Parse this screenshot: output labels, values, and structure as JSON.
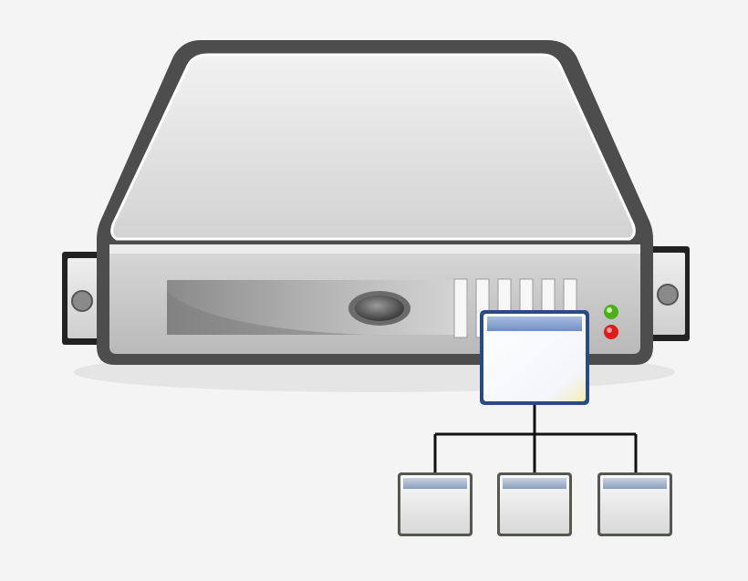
{
  "icon": {
    "name": "network-server-icon",
    "parts": [
      "server-chassis",
      "drive-bay",
      "power-button",
      "vent-grille",
      "status-leds",
      "network-tree"
    ]
  },
  "colors": {
    "background": "#f4f4f4",
    "outline": "#4d4d4d",
    "chassis_top": "#dcdcdc",
    "chassis_front": "#c8c8c8",
    "led_power": "#4caf1a",
    "led_activity": "#e01b1b",
    "window_border": "#2a4a82",
    "window_titlebar": "#7f9ccc",
    "node_border": "#555753"
  },
  "status_leds": [
    {
      "name": "power-led",
      "color": "#4caf1a"
    },
    {
      "name": "activity-led",
      "color": "#e01b1b"
    }
  ],
  "vent_slots": 6,
  "child_nodes": 3
}
